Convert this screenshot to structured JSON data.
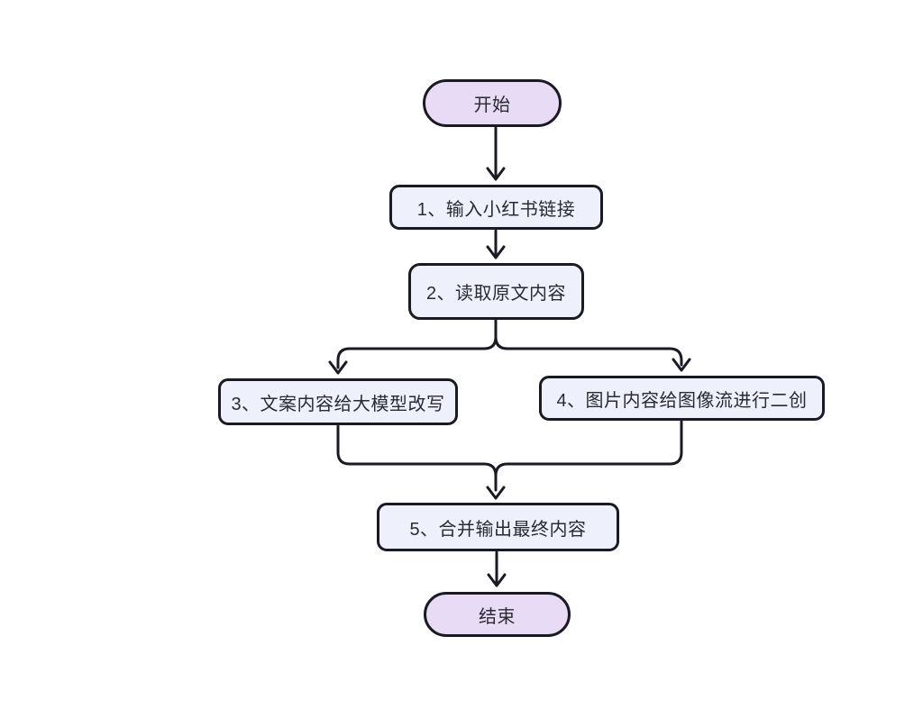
{
  "diagram": {
    "type": "flowchart",
    "colors": {
      "canvas_background": "#ffffff",
      "line_color": "#1a1a24",
      "node_border_color": "#1a1a24",
      "node_text_color": "#2a2a33",
      "terminal_node_fill": "#e8dbf6",
      "process_node_fill": "#eef0fc"
    },
    "nodes": {
      "start": {
        "label": "开始",
        "shape": "terminal"
      },
      "step1": {
        "label": "1、输入小红书链接",
        "shape": "process"
      },
      "step2": {
        "label": "2、读取原文内容",
        "shape": "process"
      },
      "step3": {
        "label": "3、文案内容给大模型改写",
        "shape": "process"
      },
      "step4": {
        "label": "4、图片内容给图像流进行二创",
        "shape": "process"
      },
      "step5": {
        "label": "5、合并输出最终内容",
        "shape": "process"
      },
      "end": {
        "label": "结束",
        "shape": "terminal"
      }
    },
    "edges": [
      {
        "from": "start",
        "to": "step1",
        "arrow": "down"
      },
      {
        "from": "step1",
        "to": "step2",
        "arrow": "down"
      },
      {
        "from": "step2",
        "to": "step3",
        "arrow": "down",
        "branch": "left"
      },
      {
        "from": "step2",
        "to": "step4",
        "arrow": "down",
        "branch": "right"
      },
      {
        "from": "step3",
        "to": "step5",
        "arrow": "down",
        "merge": true
      },
      {
        "from": "step4",
        "to": "step5",
        "arrow": "down",
        "merge": true
      },
      {
        "from": "step5",
        "to": "end",
        "arrow": "down"
      }
    ]
  }
}
